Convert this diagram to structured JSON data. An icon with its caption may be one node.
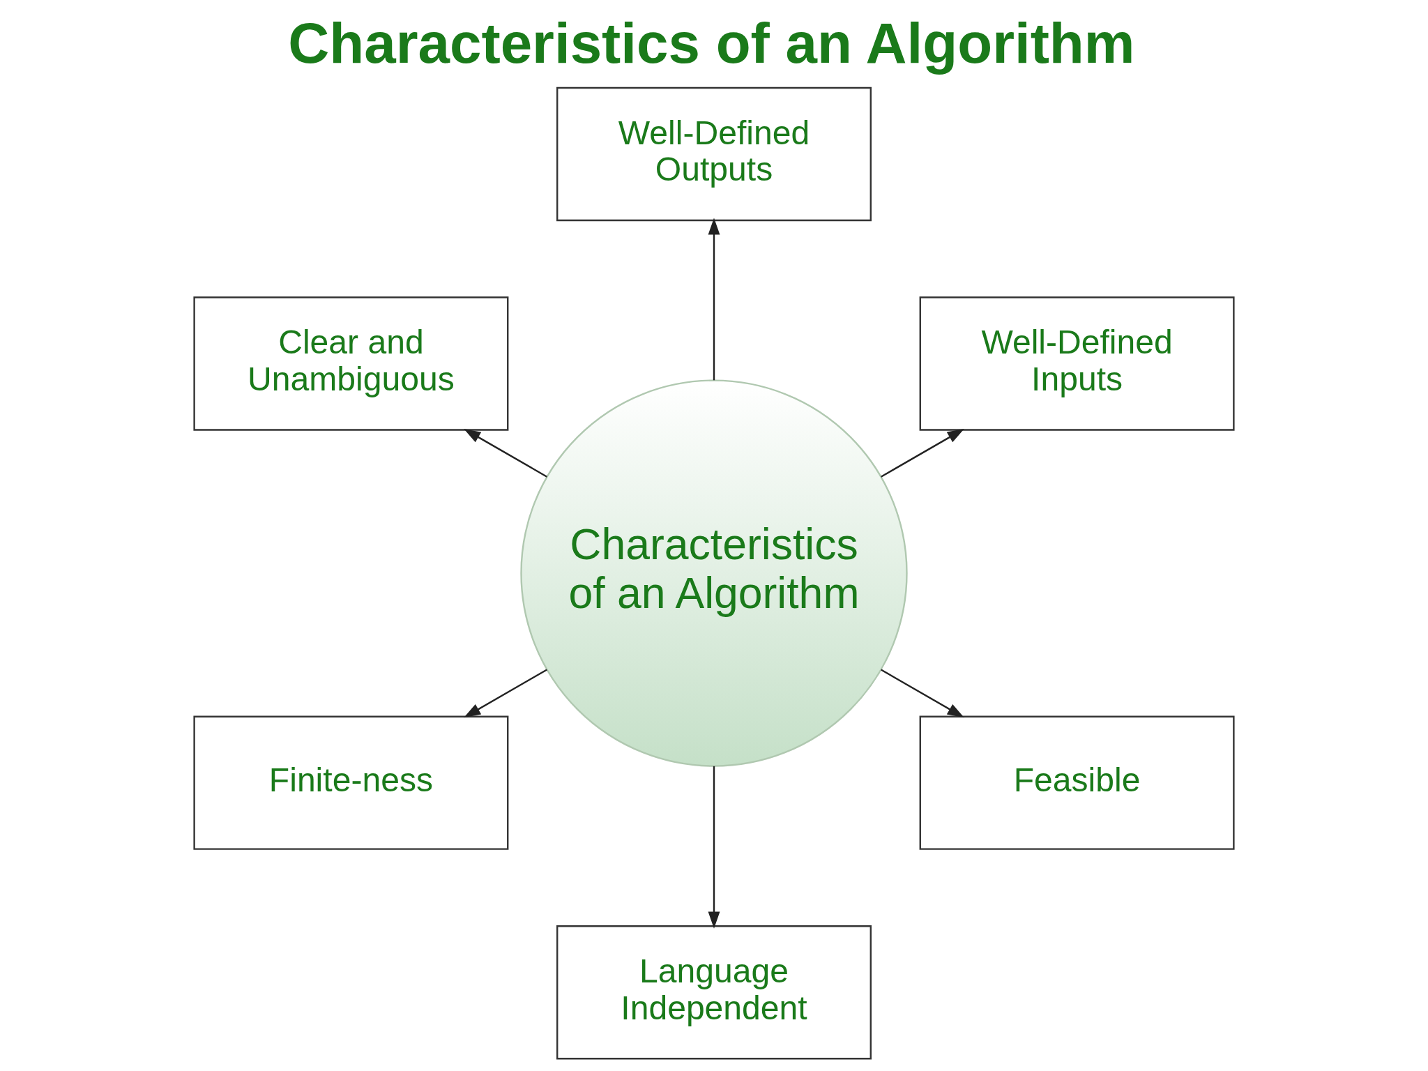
{
  "diagram": {
    "title": "Characteristics of an Algorithm",
    "nodes": [
      {
        "text": [
          "Characteristics of an Algorithm"
        ]
      },
      {
        "text": [
          "Well-Defined Inputs"
        ]
      },
      {
        "text": [
          "Well-Defined Outputs"
        ]
      },
      {
        "text": [
          "Clear and Unambiguous"
        ]
      },
      {
        "text": [
          "Finite-ness"
        ]
      },
      {
        "text": [
          "Language Independent"
        ]
      },
      {
        "text": [
          "Feasible"
        ]
      }
    ],
    "edges": [
      {
        "from": 0,
        "to": 1,
        "arrow": "to"
      },
      {
        "from": 0,
        "to": 2,
        "arrow": "to"
      },
      {
        "from": 0,
        "to": 3,
        "arrow": "to"
      },
      {
        "from": 0,
        "to": 4,
        "arrow": "to"
      },
      {
        "from": 0,
        "to": 5,
        "arrow": "to"
      },
      {
        "from": 0,
        "to": 6,
        "arrow": "to"
      }
    ]
  }
}
